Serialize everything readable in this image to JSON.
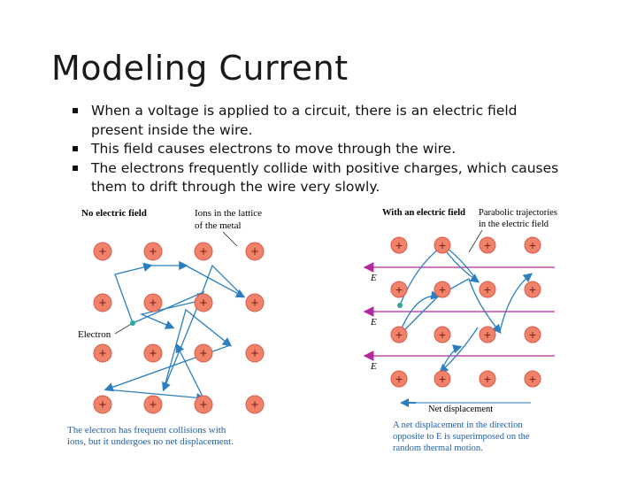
{
  "slide": {
    "title": "Modeling Current",
    "bullets": [
      "When a voltage is applied to a circuit, there is an electric field present inside the wire.",
      "This field causes electrons to move through the wire.",
      "The electrons frequently collide with positive charges, which causes them to drift through the wire very slowly."
    ]
  },
  "left_figure": {
    "header": "No electric field",
    "ions_label": [
      "Ions in the lattice",
      "of the metal"
    ],
    "electron_label": "Electron",
    "ion_symbol": "+",
    "caption": [
      "The electron has frequent collisions with",
      "ions, but it undergoes no net displacement."
    ]
  },
  "right_figure": {
    "header": "With an electric field",
    "trajectories_label": [
      "Parabolic trajectories",
      "in the electric field"
    ],
    "field_symbol": "E",
    "ion_symbol": "+",
    "net_label": "Net displacement",
    "caption": [
      "A net displacement in the direction",
      "opposite to E is superimposed on the",
      "random thermal motion."
    ]
  },
  "colors": {
    "ion_fill": "#f0826a",
    "ion_stroke": "#d85a4a",
    "path": "#2b7fc0",
    "field_line": "#b5289a",
    "caption_blue": "#1f5fa8"
  }
}
